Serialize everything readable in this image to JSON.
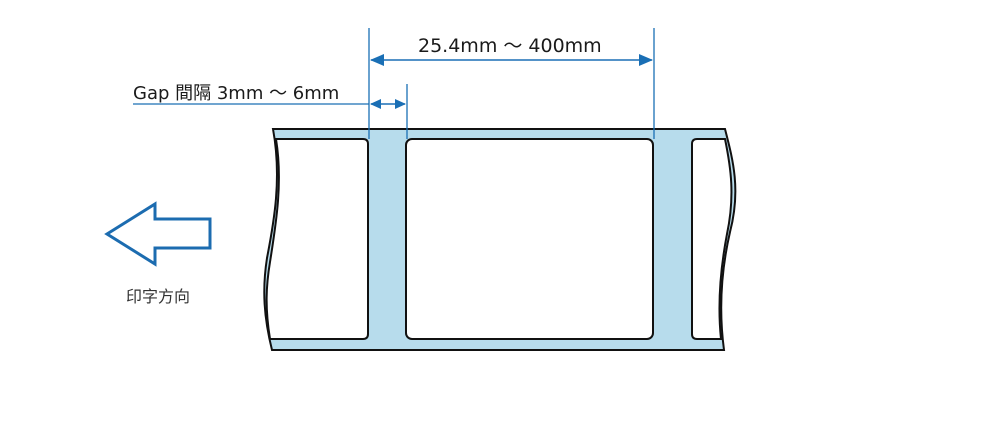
{
  "labels": {
    "label_width": "25.4mm ～ 400mm",
    "gap": "Gap 間隔 3mm ～ 6mm",
    "print_direction": "印字方向"
  },
  "colors": {
    "liner": "#b7dcec",
    "outline": "#111111",
    "dimension": "#1a6fb5",
    "arrow": "#1c6cb0",
    "label_face": "#ffffff"
  },
  "icons": {
    "direction_arrow": "arrow-left-icon"
  }
}
